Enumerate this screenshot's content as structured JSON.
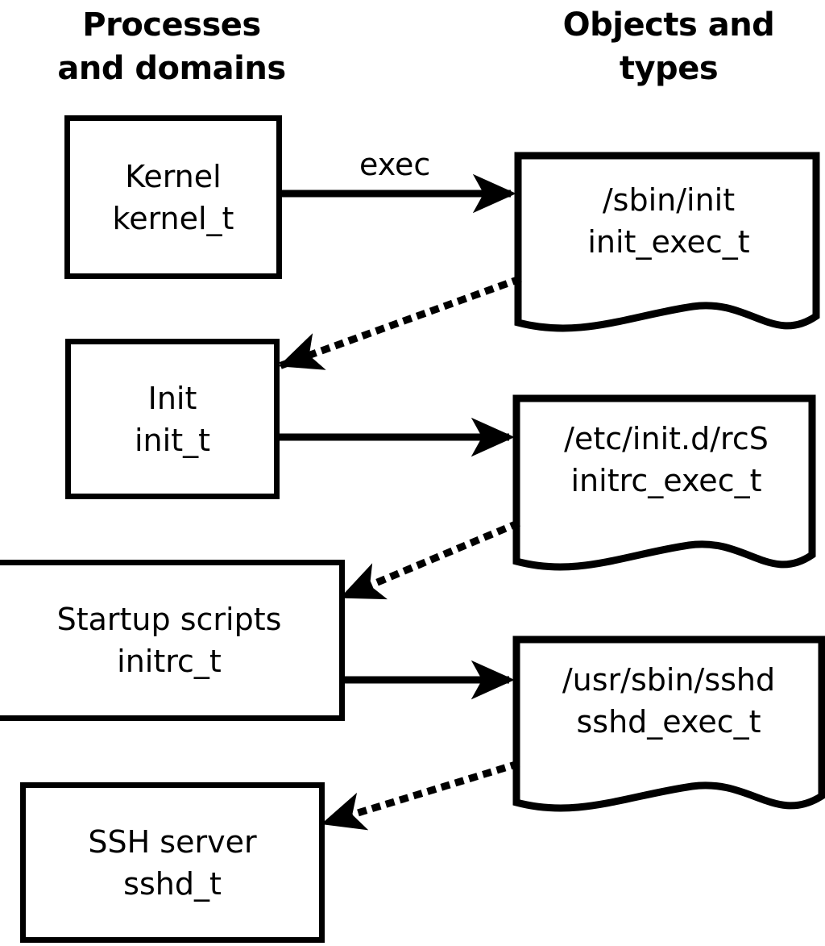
{
  "diagram": {
    "title_left": "Processes\nand domains",
    "title_right": "Objects and\ntypes",
    "processes": [
      {
        "name": "Kernel",
        "type": "kernel_t",
        "label": "Kernel\nkernel_t"
      },
      {
        "name": "Init",
        "type": "init_t",
        "label": "Init\ninit_t"
      },
      {
        "name": "Startup scripts",
        "type": "initrc_t",
        "label": "Startup scripts\ninitrc_t"
      },
      {
        "name": "SSH server",
        "type": "sshd_t",
        "label": "SSH server\nsshd_t"
      }
    ],
    "objects": [
      {
        "path": "/sbin/init",
        "type": "init_exec_t",
        "label": "/sbin/init\ninit_exec_t"
      },
      {
        "path": "/etc/init.d/rcS",
        "type": "initrc_exec_t",
        "label": "/etc/init.d/rcS\ninitrc_exec_t"
      },
      {
        "path": "/usr/sbin/sshd",
        "type": "sshd_exec_t",
        "label": "/usr/sbin/sshd\nsshd_exec_t"
      }
    ],
    "edges": [
      {
        "from": "Kernel",
        "to": "/sbin/init",
        "label": "exec",
        "style": "solid"
      },
      {
        "from": "/sbin/init",
        "to": "Init",
        "label": "",
        "style": "dotted"
      },
      {
        "from": "Init",
        "to": "/etc/init.d/rcS",
        "label": "",
        "style": "solid"
      },
      {
        "from": "/etc/init.d/rcS",
        "to": "Startup scripts",
        "label": "",
        "style": "dotted"
      },
      {
        "from": "Startup scripts",
        "to": "/usr/sbin/sshd",
        "label": "",
        "style": "solid"
      },
      {
        "from": "/usr/sbin/sshd",
        "to": "SSH server",
        "label": "",
        "style": "dotted"
      }
    ],
    "edge_labels": {
      "exec": "exec"
    },
    "colors": {
      "stroke": "#000000",
      "fill": "#ffffff"
    }
  }
}
